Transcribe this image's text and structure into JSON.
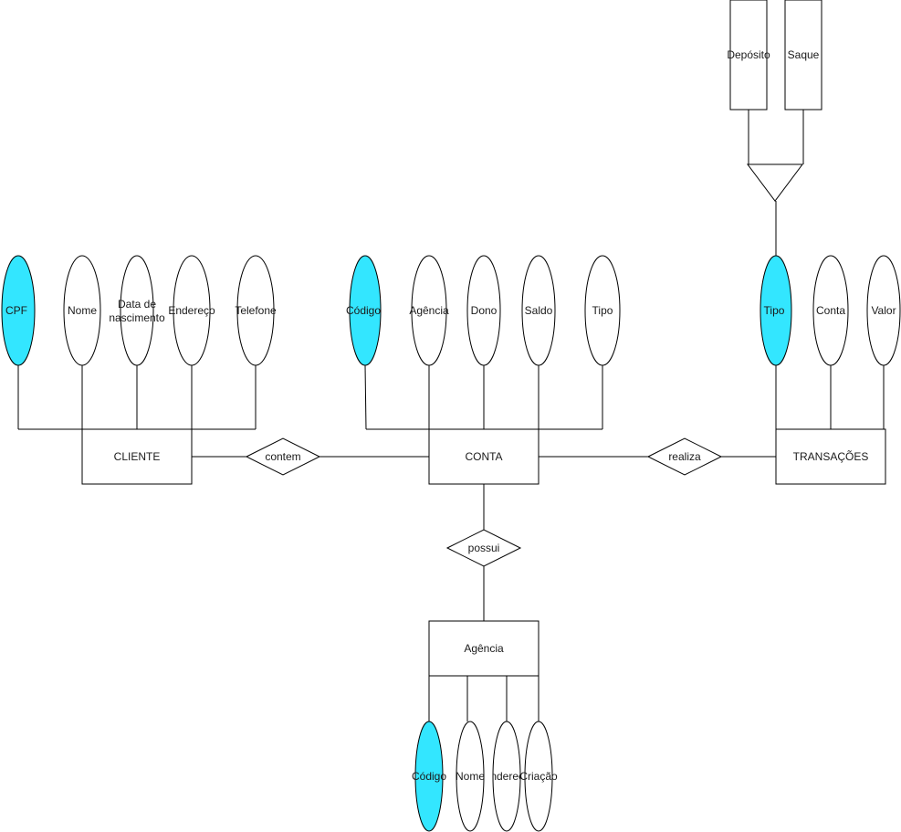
{
  "colors": {
    "key_attribute_fill": "#33e6ff",
    "attribute_fill": "#ffffff",
    "stroke": "#000000",
    "text": "#1a1a1a"
  },
  "entities": {
    "cliente": "CLIENTE",
    "conta": "CONTA",
    "transacoes": "TRANSAÇÕES",
    "agencia": "Agência"
  },
  "relationships": {
    "contem": "contem",
    "realiza": "realiza",
    "possui": "possui"
  },
  "attributes": {
    "cliente": {
      "cpf": "CPF",
      "nome": "Nome",
      "data_nascimento_line1": "Data de",
      "data_nascimento_line2": "nascimento",
      "endereco": "Endereço",
      "telefone": "Telefone"
    },
    "conta": {
      "codigo": "Código",
      "agencia": "Agência",
      "dono": "Dono",
      "saldo": "Saldo",
      "tipo": "Tipo"
    },
    "transacoes": {
      "tipo": "Tipo",
      "conta": "Conta",
      "valor": "Valor"
    },
    "agencia": {
      "codigo": "Código",
      "nome": "Nome",
      "endereco": "Endereço",
      "criacao": "Criação"
    }
  },
  "specializations": {
    "deposito": "Depósito",
    "saque": "Saque"
  }
}
